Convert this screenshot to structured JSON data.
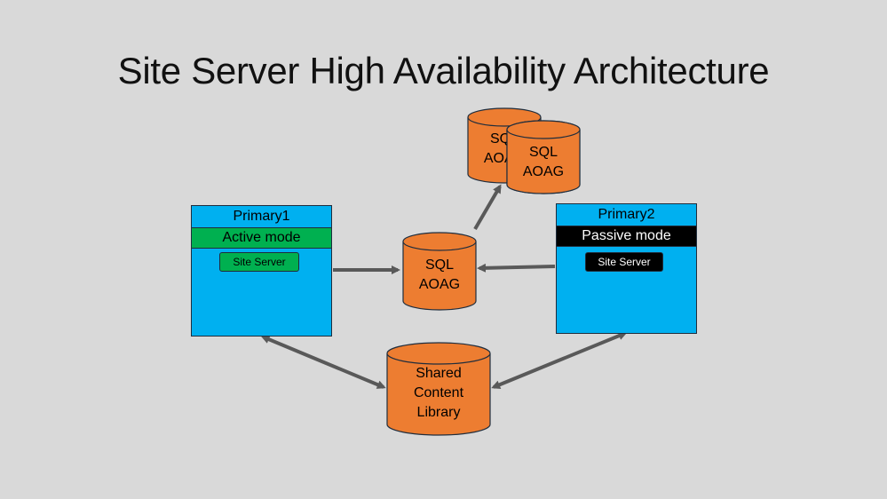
{
  "title": "Site Server High Availability Architecture",
  "primary1": {
    "name": "Primary1",
    "mode": "Active mode",
    "role": "Site Server"
  },
  "primary2": {
    "name": "Primary2",
    "mode": "Passive mode",
    "role": "Site Server"
  },
  "sql_center": {
    "line1": "SQL",
    "line2": "AOAG"
  },
  "sql_back": {
    "line1": "SQL",
    "line2": "AOAG"
  },
  "sql_front": {
    "line1": "SQL",
    "line2": "AOAG"
  },
  "content_library": {
    "line1": "Shared",
    "line2": "Content",
    "line3": "Library"
  },
  "colors": {
    "background": "#d9d9d9",
    "server_fill": "#00b0f0",
    "active": "#00b050",
    "passive": "#000000",
    "cylinder": "#ed7d31",
    "arrow": "#595959"
  }
}
